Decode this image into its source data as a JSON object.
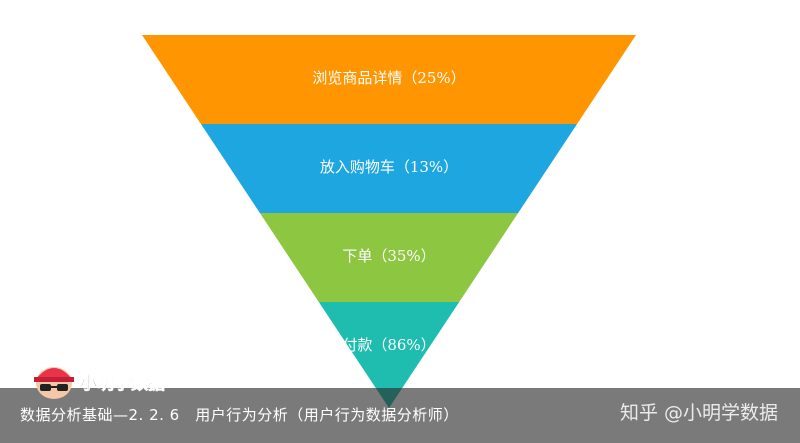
{
  "chart_data": {
    "type": "funnel",
    "stages": [
      {
        "label": "浏览商品详情（25%）",
        "value": 25,
        "color": "#FF9500"
      },
      {
        "label": "放入购物车（13%）",
        "value": 13,
        "color": "#1EA6E0"
      },
      {
        "label": "下单（35%）",
        "value": 35,
        "color": "#8DC641"
      },
      {
        "label": "付款（86%）",
        "value": 86,
        "color": "#1EBDAF"
      }
    ]
  },
  "caption": "数据分析基础—2. 2. 6　用户行为分析（用户行为数据分析师）",
  "watermark": "知乎 @小明学数据",
  "logo_text": "小明学数据"
}
